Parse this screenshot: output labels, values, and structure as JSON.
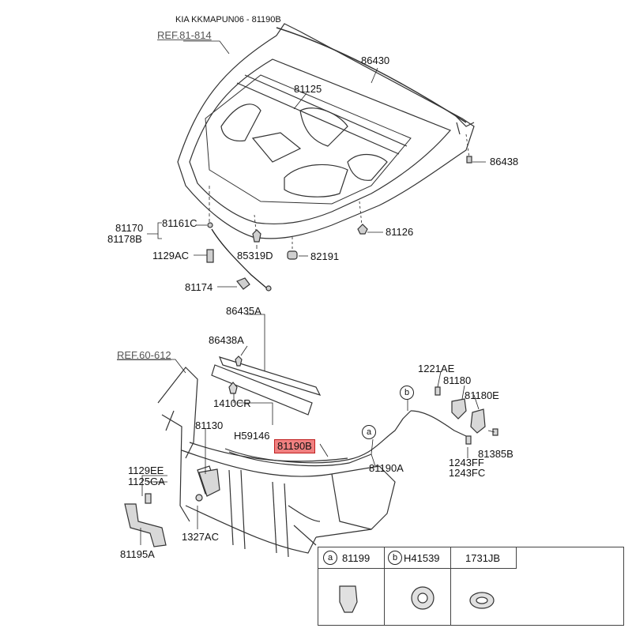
{
  "header": {
    "title": "KIA KKMAPUN06 - 81190B"
  },
  "refs": {
    "hood_ref": "REF.81-814",
    "carrier_ref": "REF.60-612"
  },
  "parts": {
    "p86430": "86430",
    "p81125": "81125",
    "p86438": "86438",
    "p81126": "81126",
    "p81170": "81170",
    "p81178B": "81178B",
    "p81161C": "81161C",
    "p1129AC": "1129AC",
    "p85319D": "85319D",
    "p82191": "82191",
    "p81174": "81174",
    "p86435A": "86435A",
    "p86438A": "86438A",
    "p1410CR": "1410CR",
    "pH59146": "H59146",
    "p81130": "81130",
    "p81190B": "81190B",
    "p81190A": "81190A",
    "p1221AE": "1221AE",
    "p81180": "81180",
    "p81180E": "81180E",
    "p81385B": "81385B",
    "p1243FF": "1243FF",
    "p1243FC": "1243FC",
    "p1129EE": "1129EE",
    "p1125GA": "1125GA",
    "p1327AC": "1327AC",
    "p81195A": "81195A"
  },
  "callouts": {
    "a": "a",
    "b": "b"
  },
  "legend": [
    {
      "marker": "a",
      "code": "81199",
      "icon": "clip-icon"
    },
    {
      "marker": "b",
      "code": "H41539",
      "icon": "grommet-icon"
    },
    {
      "marker": "",
      "code": "1731JB",
      "icon": "washer-icon"
    }
  ]
}
